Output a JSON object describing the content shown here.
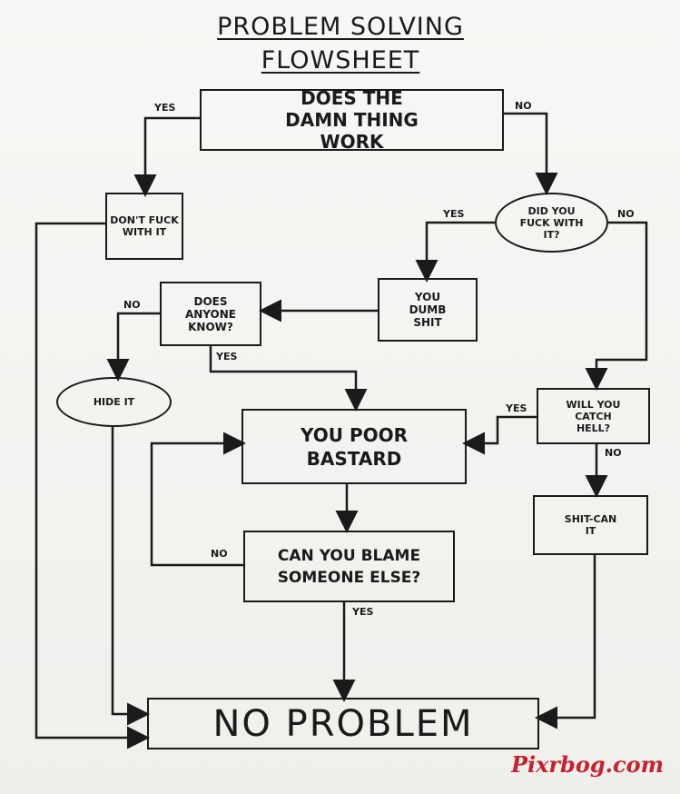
{
  "title": {
    "line1": "PROBLEM SOLVING",
    "line2": "FLOWSHEET"
  },
  "nodes": {
    "works": "DOES THE DAMN THING WORK",
    "dont_fuck": "DON'T FUCK WITH IT",
    "did_you_fuck": "DID YOU FUCK WITH IT?",
    "you_dumb": "YOU DUMB SHIT",
    "anyone_know": "DOES ANYONE KNOW?",
    "hide": "HIDE IT",
    "poor": "YOU POOR BASTARD",
    "catch_hell": "WILL YOU CATCH HELL?",
    "shitcan": "SHIT-CAN IT",
    "blame": "CAN YOU BLAME SOMEONE ELSE?",
    "no_problem": "NO PROBLEM"
  },
  "labels": {
    "works_yes": "YES",
    "works_no": "NO",
    "fuck_yes": "YES",
    "fuck_no": "NO",
    "anyone_no": "NO",
    "anyone_yes": "YES",
    "hell_yes": "YES",
    "hell_no": "NO",
    "blame_no": "NO",
    "blame_yes": "YES"
  },
  "watermark": "Pixrbog.com"
}
